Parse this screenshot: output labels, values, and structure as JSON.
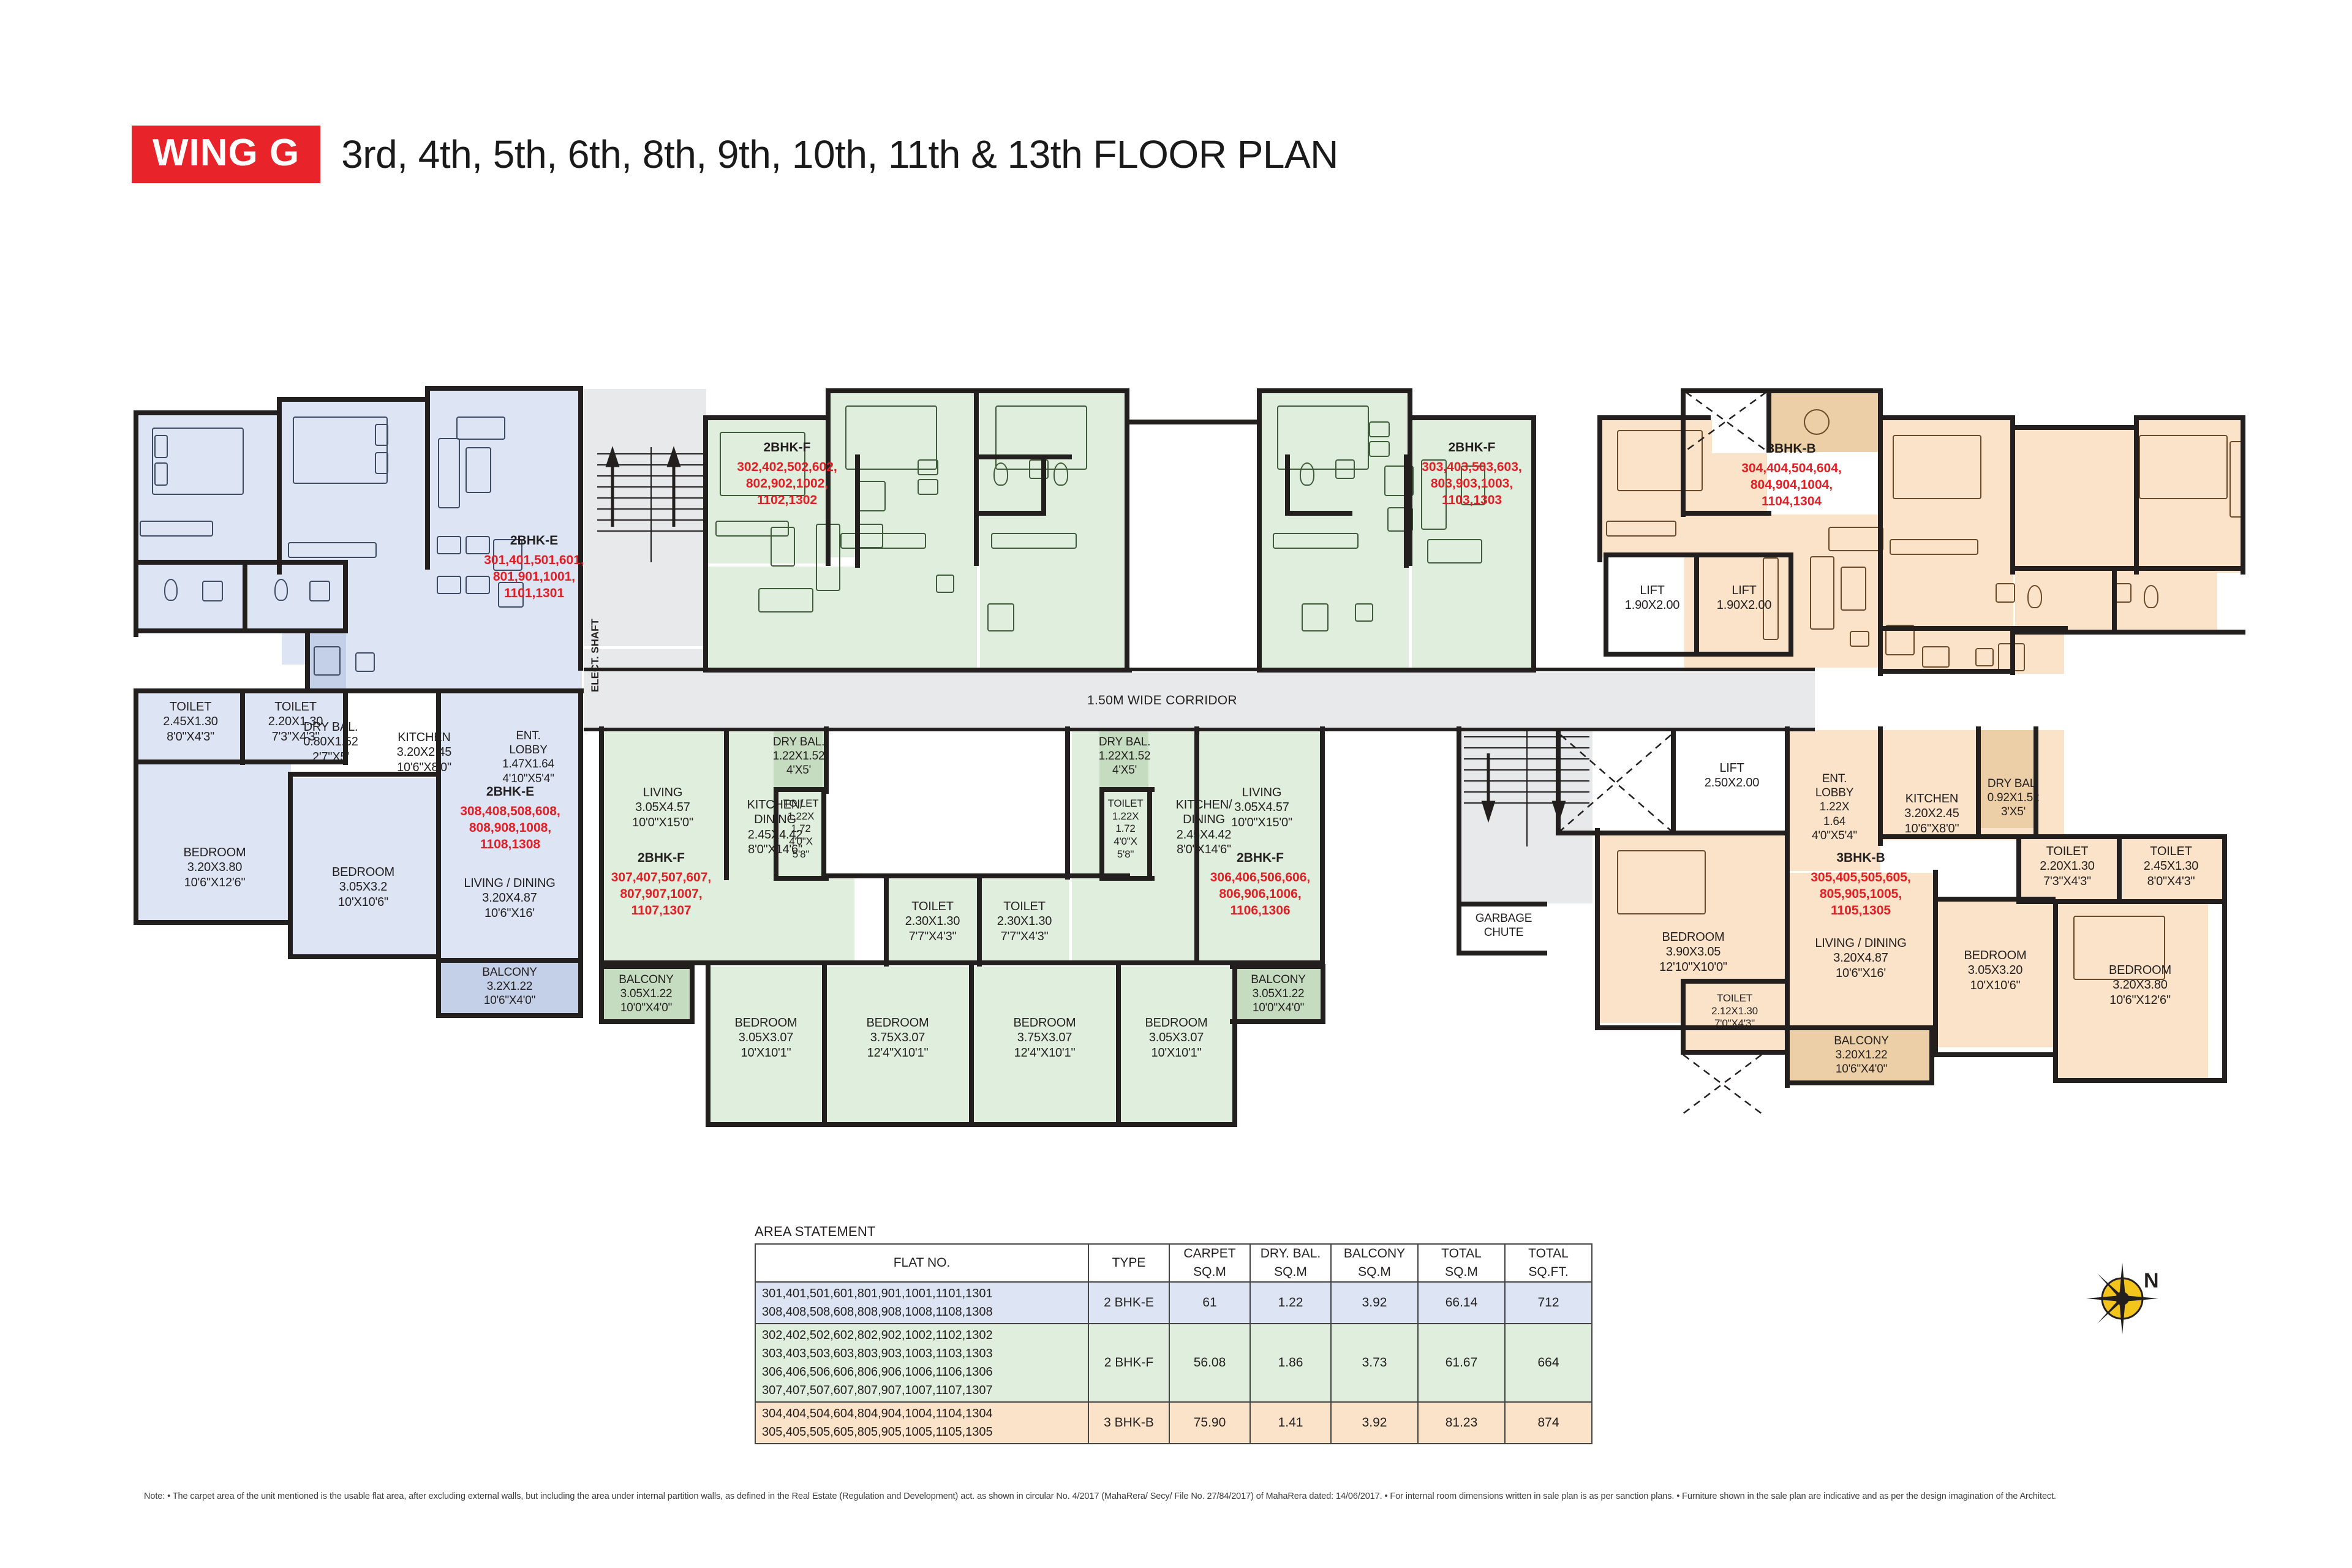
{
  "header": {
    "wing_badge": "WING G",
    "floor_title": "3rd, 4th, 5th, 6th, 8th, 9th, 10th, 11th & 13th FLOOR PLAN"
  },
  "plan": {
    "corridor_label": "1.50M WIDE CORRIDOR",
    "elect_shaft_label": "ELECT. SHAFT",
    "garbage_chute_label": "GARBAGE\nCHUTE",
    "units": [
      {
        "id": "unit-2bhk-e-top-left",
        "type": "2BHK-E",
        "flats": [
          "301,401,501,601,",
          "801,901,1001,",
          "1101,1301"
        ]
      },
      {
        "id": "unit-2bhk-e-bot-left",
        "type": "2BHK-E",
        "flats": [
          "308,408,508,608,",
          "808,908,1008,",
          "1108,1308"
        ]
      },
      {
        "id": "unit-2bhk-f-top-left",
        "type": "2BHK-F",
        "flats": [
          "302,402,502,602,",
          "802,902,1002,",
          "1102,1302"
        ]
      },
      {
        "id": "unit-2bhk-f-bot-left",
        "type": "2BHK-F",
        "flats": [
          "307,407,507,607,",
          "807,907,1007,",
          "1107,1307"
        ]
      },
      {
        "id": "unit-2bhk-f-top-right",
        "type": "2BHK-F",
        "flats": [
          "303,403,503,603,",
          "803,903,1003,",
          "1103,1303"
        ]
      },
      {
        "id": "unit-2bhk-f-bot-right",
        "type": "2BHK-F",
        "flats": [
          "306,406,506,606,",
          "806,906,1006,",
          "1106,1306"
        ]
      },
      {
        "id": "unit-3bhk-b-top-right",
        "type": "3BHK-B",
        "flats": [
          "304,404,504,604,",
          "804,904,1004,",
          "1104,1304"
        ]
      },
      {
        "id": "unit-3bhk-b-bot-right",
        "type": "3BHK-B",
        "flats": [
          "305,405,505,605,",
          "805,905,1005,",
          "1105,1305"
        ]
      }
    ],
    "rooms": {
      "e_top_toilet_a": [
        "TOILET",
        "2.45X1.30",
        "8'0\"X4'3\""
      ],
      "e_top_toilet_b": [
        "TOILET",
        "2.20X1.30",
        "7'3\"X4'3\""
      ],
      "e_top_bed_a": [
        "BEDROOM",
        "3.20X3.80",
        "10'6\"X12'6\""
      ],
      "e_top_bed_b": [
        "BEDROOM",
        "3.05X3.2",
        "10'X10'6\""
      ],
      "e_drybal": [
        "DRY BAL.",
        "0.80X1.52",
        "2'7\"X5'"
      ],
      "e_kitchen": [
        "KITCHEN",
        "3.20X2.45",
        "10'6\"X8'0\""
      ],
      "e_ent_lobby": [
        "ENT.",
        "LOBBY",
        "1.47X1.64",
        "4'10\"X5'4\""
      ],
      "e_living": [
        "LIVING / DINING",
        "3.20X4.87",
        "10'6\"X16'"
      ],
      "e_balcony": [
        "BALCONY",
        "3.2X1.22",
        "10'6\"X4'0\""
      ],
      "f_left_living": [
        "LIVING",
        "3.05X4.57",
        "10'0\"X15'0\""
      ],
      "f_left_kitchen": [
        "KITCHEN/",
        "DINING",
        "2.45X4.42",
        "8'0\"X14'6\""
      ],
      "f_left_drybal": [
        "DRY BAL.",
        "1.22X1.52",
        "4'X5'"
      ],
      "f_left_toilet": [
        "TOILET",
        "1.22X",
        "1.72",
        "4'0\"X",
        "5'8\""
      ],
      "f_left_balcony": [
        "BALCONY",
        "3.05X1.22",
        "10'0\"X4'0\""
      ],
      "f_bed_1": [
        "BEDROOM",
        "3.05X3.07",
        "10'X10'1\""
      ],
      "f_bed_2": [
        "BEDROOM",
        "3.75X3.07",
        "12'4\"X10'1\""
      ],
      "f_bed_3": [
        "BEDROOM",
        "3.75X3.07",
        "12'4\"X10'1\""
      ],
      "f_bed_4": [
        "BEDROOM",
        "3.05X3.07",
        "10'X10'1\""
      ],
      "f_mid_toilet_l": [
        "TOILET",
        "2.30X1.30",
        "7'7\"X4'3\""
      ],
      "f_mid_toilet_r": [
        "TOILET",
        "2.30X1.30",
        "7'7\"X4'3\""
      ],
      "f_right_drybal": [
        "DRY BAL.",
        "1.22X1.52",
        "4'X5'"
      ],
      "f_right_toilet": [
        "TOILET",
        "1.22X",
        "1.72",
        "4'0\"X",
        "5'8\""
      ],
      "f_right_kitchen": [
        "KITCHEN/",
        "DINING",
        "2.45X4.42",
        "8'0\"X14'6\""
      ],
      "f_right_living": [
        "LIVING",
        "3.05X4.57",
        "10'0\"X15'0\""
      ],
      "f_right_balcony": [
        "BALCONY",
        "3.05X1.22",
        "10'0\"X4'0\""
      ],
      "lift_1": [
        "LIFT",
        "1.90X2.00"
      ],
      "lift_2": [
        "LIFT",
        "1.90X2.00"
      ],
      "lift_3": [
        "LIFT",
        "2.50X2.00"
      ],
      "b_bed_mid": [
        "BEDROOM",
        "3.90X3.05",
        "12'10\"X10'0\""
      ],
      "b_ent_lobby": [
        "ENT.",
        "LOBBY",
        "1.22X",
        "1.64",
        "4'0\"X5'4\""
      ],
      "b_toilet_small": [
        "TOILET",
        "2.12X1.30",
        "7'0\"X4'3\""
      ],
      "b_kitchen": [
        "KITCHEN",
        "3.20X2.45",
        "10'6\"X8'0\""
      ],
      "b_drybal": [
        "DRY BAL.",
        "0.92X1.52",
        "3'X5'"
      ],
      "b_toilet_a": [
        "TOILET",
        "2.20X1.30",
        "7'3\"X4'3\""
      ],
      "b_toilet_b": [
        "TOILET",
        "2.45X1.30",
        "8'0\"X4'3\""
      ],
      "b_living": [
        "LIVING / DINING",
        "3.20X4.87",
        "10'6\"X16'"
      ],
      "b_bed_c": [
        "BEDROOM",
        "3.05X3.20",
        "10'X10'6\""
      ],
      "b_bed_d": [
        "BEDROOM",
        "3.20X3.80",
        "10'6\"X12'6\""
      ],
      "b_balcony": [
        "BALCONY",
        "3.20X1.22",
        "10'6\"X4'0\""
      ]
    }
  },
  "area_statement": {
    "title": "AREA STATEMENT",
    "headers": {
      "flat_no": "FLAT NO.",
      "type": "TYPE",
      "carpet": "CARPET",
      "dry_bal": "DRY. BAL.",
      "balcony": "BALCONY",
      "total_sqm": "TOTAL",
      "total_sqft": "TOTAL",
      "unit_sqm": "SQ.M",
      "unit_sqft": "SQ.FT."
    },
    "rows": [
      {
        "flats": [
          "301,401,501,601,801,901,1001,1101,1301",
          "308,408,508,608,808,908,1008,1108,1308"
        ],
        "type": "2 BHK-E",
        "carpet": "61",
        "dry_bal": "1.22",
        "balcony": "3.92",
        "total_sqm": "66.14",
        "total_sqft": "712",
        "color": "#dde5f4"
      },
      {
        "flats": [
          "302,402,502,602,802,902,1002,1102,1302",
          "303,403,503,603,803,903,1003,1103,1303",
          "306,406,506,606,806,906,1006,1106,1306",
          "307,407,507,607,807,907,1007,1107,1307"
        ],
        "type": "2 BHK-F",
        "carpet": "56.08",
        "dry_bal": "1.86",
        "balcony": "3.73",
        "total_sqm": "61.67",
        "total_sqft": "664",
        "color": "#e0eedd"
      },
      {
        "flats": [
          "304,404,504,604,804,904,1004,1104,1304",
          "305,405,505,605,805,905,1005,1105,1305"
        ],
        "type": "3 BHK-B",
        "carpet": "75.90",
        "dry_bal": "1.41",
        "balcony": "3.92",
        "total_sqm": "81.23",
        "total_sqft": "874",
        "color": "#fae3c8"
      }
    ]
  },
  "compass": {
    "label": "N"
  },
  "note": "Note: • The carpet area of the unit mentioned is the usable flat area, after excluding external walls, but including the area under internal partition walls, as defined in the Real Estate (Regulation and Development) act. as shown in circular No. 4/2017 (MahaRera/ Secy/ File No. 27/84/2017) of MahaRera dated: 14/06/2017. • For internal room dimensions written in sale plan is as per sanction plans. • Furniture shown in the sale plan are indicative and as per the design imagination of the Architect."
}
